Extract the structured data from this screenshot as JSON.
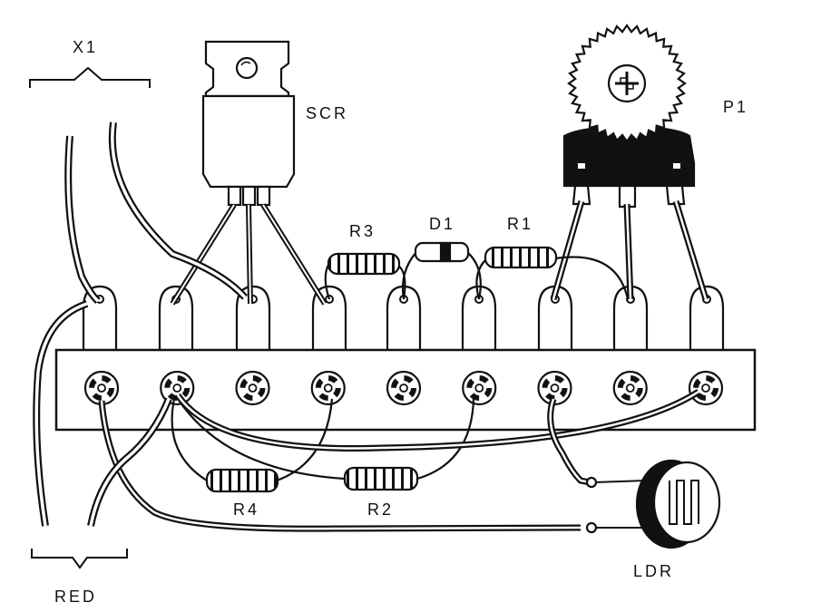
{
  "labels": {
    "x1": "X1",
    "scr": "SCR",
    "p1": "P1",
    "r3": "R3",
    "d1": "D1",
    "r1": "R1",
    "r4": "R4",
    "r2": "R2",
    "ldr": "LDR",
    "red": "RED"
  },
  "colors": {
    "ink": "#111111",
    "paper": "#ffffff"
  },
  "terminal_strip": {
    "terminal_count": 9,
    "solder_lugs": 9
  }
}
